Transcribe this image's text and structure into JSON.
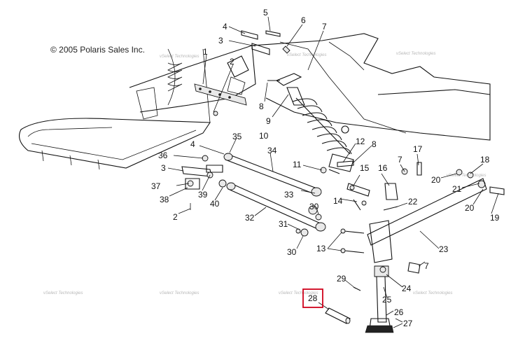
{
  "copyright": "© 2005 Polaris Sales Inc.",
  "highlighted_part": "28",
  "callouts": [
    {
      "id": "c5",
      "label": "5"
    },
    {
      "id": "c4",
      "label": "4"
    },
    {
      "id": "c6",
      "label": "6"
    },
    {
      "id": "c7a",
      "label": "7"
    },
    {
      "id": "c3a",
      "label": "3"
    },
    {
      "id": "c1",
      "label": "1"
    },
    {
      "id": "c2a",
      "label": "2"
    },
    {
      "id": "c8a",
      "label": "8"
    },
    {
      "id": "c9",
      "label": "9"
    },
    {
      "id": "c10",
      "label": "10"
    },
    {
      "id": "c35",
      "label": "35"
    },
    {
      "id": "c4b",
      "label": "4"
    },
    {
      "id": "c36",
      "label": "36"
    },
    {
      "id": "c34",
      "label": "34"
    },
    {
      "id": "c12",
      "label": "12"
    },
    {
      "id": "c8b",
      "label": "8"
    },
    {
      "id": "c11",
      "label": "11"
    },
    {
      "id": "c3b",
      "label": "3"
    },
    {
      "id": "c37",
      "label": "37"
    },
    {
      "id": "c39",
      "label": "39"
    },
    {
      "id": "c38",
      "label": "38"
    },
    {
      "id": "c40",
      "label": "40"
    },
    {
      "id": "c33",
      "label": "33"
    },
    {
      "id": "c15",
      "label": "15"
    },
    {
      "id": "c16",
      "label": "16"
    },
    {
      "id": "c7b",
      "label": "7"
    },
    {
      "id": "c17",
      "label": "17"
    },
    {
      "id": "c18",
      "label": "18"
    },
    {
      "id": "c20a",
      "label": "20"
    },
    {
      "id": "c21",
      "label": "21"
    },
    {
      "id": "c14",
      "label": "14"
    },
    {
      "id": "c22",
      "label": "22"
    },
    {
      "id": "c20b",
      "label": "20"
    },
    {
      "id": "c19",
      "label": "19"
    },
    {
      "id": "c2b",
      "label": "2"
    },
    {
      "id": "c32",
      "label": "32"
    },
    {
      "id": "c30a",
      "label": "30"
    },
    {
      "id": "c31",
      "label": "31"
    },
    {
      "id": "c13",
      "label": "13"
    },
    {
      "id": "c23",
      "label": "23"
    },
    {
      "id": "c30b",
      "label": "30"
    },
    {
      "id": "c7c",
      "label": "7"
    },
    {
      "id": "c29",
      "label": "29"
    },
    {
      "id": "c24",
      "label": "24"
    },
    {
      "id": "c25",
      "label": "25"
    },
    {
      "id": "c28",
      "label": "28"
    },
    {
      "id": "c26",
      "label": "26"
    },
    {
      "id": "c27",
      "label": "27"
    }
  ],
  "watermarks": [
    "vSelect Technologies",
    "vSelect Technologies",
    "vSelect Technologies",
    "vSelect Technologies",
    "vSelect Technologies",
    "vSelect Technologies",
    "vSelect Technologies",
    "vSelect Technologies"
  ]
}
